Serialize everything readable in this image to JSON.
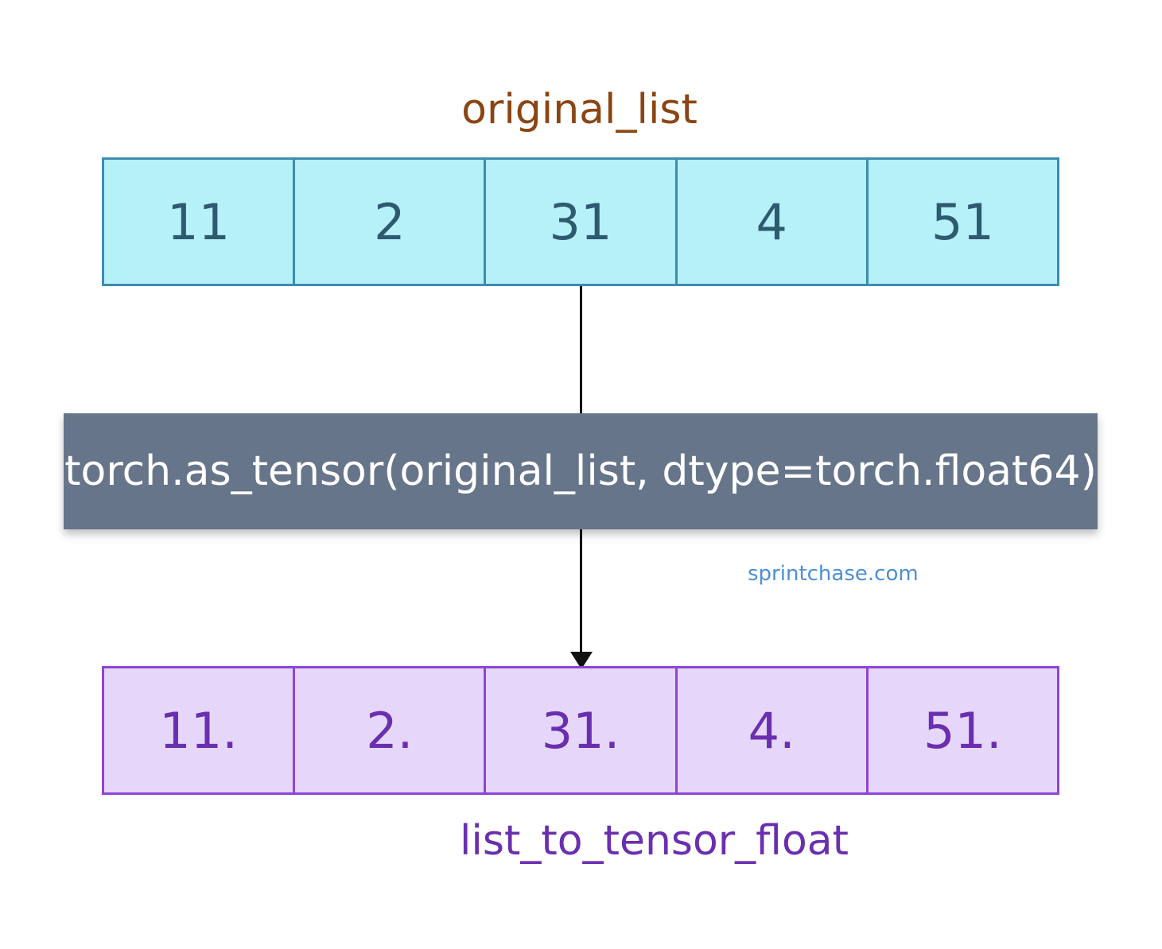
{
  "input": {
    "name": "original_list",
    "values": [
      "11",
      "2",
      "31",
      "4",
      "51"
    ]
  },
  "operation": {
    "code": "torch.as_tensor(original_list, dtype=torch.float64)"
  },
  "output": {
    "name": "list_to_tensor_float",
    "values": [
      "11.",
      "2.",
      "31.",
      "4.",
      "51."
    ]
  },
  "watermark": "sprintchase.com",
  "colors": {
    "input_fill": "#b6f0f8",
    "input_border": "#3d8bb0",
    "output_fill": "#e6d6fa",
    "output_border": "#8f44d8",
    "operation_fill": "#67758a"
  }
}
